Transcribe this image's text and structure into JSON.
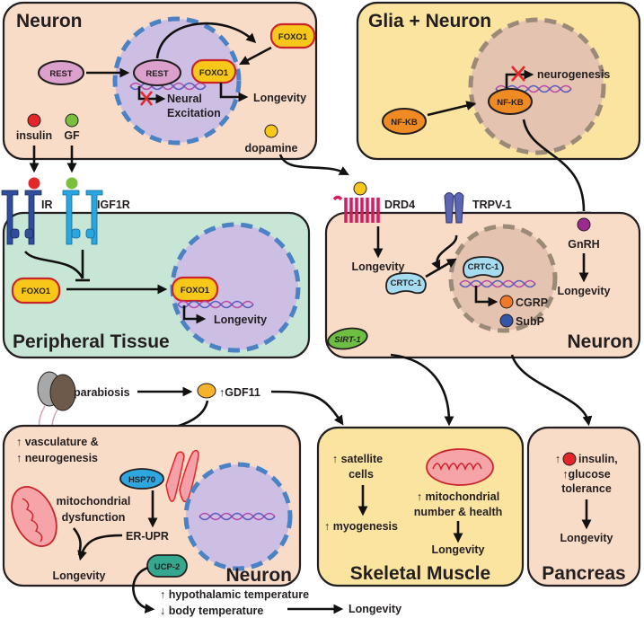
{
  "colors": {
    "neuron_bg": "#f9dcc8",
    "glia_bg": "#fbe4a0",
    "peripheral_bg": "#c8e6d6",
    "muscle_bg": "#fbe4a0",
    "pancreas_bg": "#f9dcc8",
    "nucleus_blue_fill": "#cdbfe3",
    "nucleus_blue_stroke": "#4a82c4",
    "nucleus_brown_fill": "#e4c4b0",
    "nucleus_brown_stroke": "#9c8a78",
    "foxo1_fill": "#f7c81a",
    "foxo1_stroke": "#c8242a",
    "rest_fill": "#dca0cc",
    "nfkb_fill": "#f08a22",
    "crtc1_fill": "#a6dcef",
    "sirt1_fill": "#6fbe44",
    "hsp70_fill": "#2ea6e0",
    "ucp2_fill": "#33a88e",
    "insulin_dot": "#e3262a",
    "gf_dot": "#7cbf3f",
    "dopamine_dot": "#f7c81a",
    "gnrh_dot": "#9b2a8e",
    "cgrp_dot": "#f0782a",
    "subp_dot": "#3356a8",
    "ir_receptor": "#2e4d9a",
    "igf1r_receptor": "#29a6e0",
    "drd4_receptor": "#d81b60",
    "trpv1_channel": "#5c66b0",
    "inhibit_x": "#e3262a"
  },
  "panels": {
    "neuron_top": {
      "title": "Neuron",
      "rest_outside": "REST",
      "rest_nucleus": "REST",
      "foxo1_outside": "FOXO1",
      "foxo1_nucleus": "FOXO1",
      "neural_excitation_line1": "Neural",
      "neural_excitation_line2": "Excitation",
      "longevity": "Longevity",
      "insulin": "insulin",
      "gf": "GF",
      "dopamine": "dopamine"
    },
    "glia_neuron": {
      "title": "Glia + Neuron",
      "nfkb_outside": "NF-KB",
      "nfkb_nucleus": "NF-KB",
      "neurogenesis": "neurogenesis"
    },
    "peripheral": {
      "title": "Peripheral Tissue",
      "ir": "IR",
      "igf1r": "IGF1R",
      "foxo1_outside": "FOXO1",
      "foxo1_nucleus": "FOXO1",
      "longevity": "Longevity"
    },
    "neuron_right": {
      "title": "Neuron",
      "drd4": "DRD4",
      "trpv1": "TRPV-1",
      "longevity_drd4": "Longevity",
      "crtc1_outside": "CRTC-1",
      "crtc1_nucleus": "CRTC-1",
      "cgrp": "CGRP",
      "subp": "SubP",
      "sirt1": "SIRT-1",
      "gnrh": "GnRH",
      "longevity_gnrh": "Longevity"
    },
    "parabiosis": {
      "label": "parabiosis",
      "gdf11": "↑GDF11"
    },
    "neuron_bottom": {
      "title": "Neuron",
      "vasculature": "↑ vasculature &",
      "neurogenesis": "↑ neurogenesis",
      "hsp70": "HSP70",
      "mito_line1": "mitochondrial",
      "mito_line2": "dysfunction",
      "er_upr": "ER-UPR",
      "longevity": "Longevity",
      "ucp2": "UCP-2",
      "hypo_temp": "↑ hypothalamic temperature",
      "body_temp": "↓ body temperature",
      "longevity_temp": "Longevity"
    },
    "skeletal_muscle": {
      "title": "Skeletal Muscle",
      "satellite_line1": "↑ satellite",
      "satellite_line2": "cells",
      "myogenesis": "↑ myogenesis",
      "mito_line1": "↑ mitochondrial",
      "mito_line2": "number & health",
      "longevity": "Longevity"
    },
    "pancreas": {
      "title": "Pancreas",
      "insulin_line1_up": "↑",
      "insulin_line1": "insulin,",
      "glucose_line2": "↑glucose",
      "glucose_line3": "tolerance",
      "longevity": "Longevity"
    }
  }
}
